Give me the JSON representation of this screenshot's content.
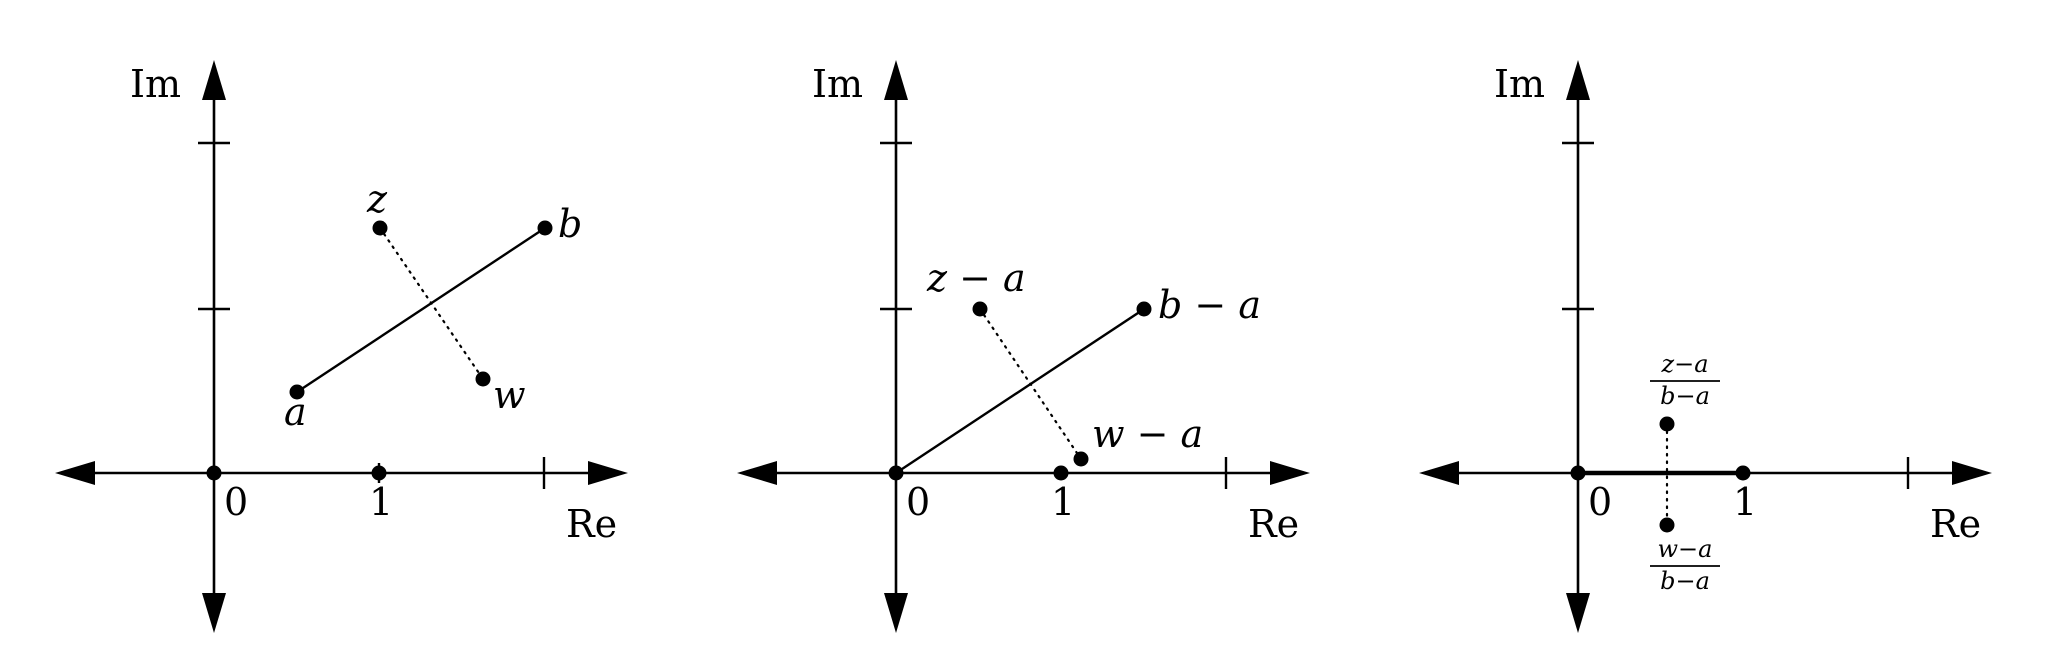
{
  "axis_labels": {
    "real": "Re",
    "imag": "Im"
  },
  "panels": [
    {
      "tick_labels": [
        "0",
        "1"
      ],
      "segment": [
        [
          0.5,
          0.5
        ],
        [
          2.0,
          1.5
        ]
      ],
      "dotted": [
        [
          1.0,
          1.5
        ],
        [
          1.6,
          0.6
        ]
      ],
      "points": [
        {
          "label": "a",
          "x": 0.5,
          "y": 0.5
        },
        {
          "label": "b",
          "x": 2.0,
          "y": 1.5
        },
        {
          "label": "z",
          "x": 1.0,
          "y": 1.5
        },
        {
          "label": "w",
          "x": 1.6,
          "y": 0.6
        }
      ]
    },
    {
      "tick_labels": [
        "0",
        "1"
      ],
      "segment": [
        [
          0.0,
          0.0
        ],
        [
          1.5,
          1.0
        ]
      ],
      "dotted": [
        [
          0.5,
          1.0
        ],
        [
          1.1,
          0.1
        ]
      ],
      "points": [
        {
          "label": "0",
          "x": 0.0,
          "y": 0.0
        },
        {
          "label": "1",
          "x": 1.0,
          "y": 0.0
        },
        {
          "label": "b − a",
          "x": 1.5,
          "y": 1.0
        },
        {
          "label": "z − a",
          "x": 0.5,
          "y": 1.0
        },
        {
          "label": "w − a",
          "x": 1.1,
          "y": 0.1
        }
      ]
    },
    {
      "tick_labels": [
        "0",
        "1"
      ],
      "segment": [
        [
          0.0,
          0.0
        ],
        [
          1.0,
          0.0
        ]
      ],
      "dotted": [
        [
          0.55,
          0.3
        ],
        [
          0.55,
          -0.3
        ]
      ],
      "points": [
        {
          "label": "0",
          "x": 0.0,
          "y": 0.0
        },
        {
          "label": "1",
          "x": 1.0,
          "y": 0.0
        },
        {
          "label": "z_frac",
          "x": 0.55,
          "y": 0.3
        },
        {
          "label": "w_frac",
          "x": 0.55,
          "y": -0.3
        }
      ],
      "fractions": [
        {
          "num": "z−a",
          "den": "b−a"
        },
        {
          "num": "w−a",
          "den": "b−a"
        }
      ]
    }
  ]
}
